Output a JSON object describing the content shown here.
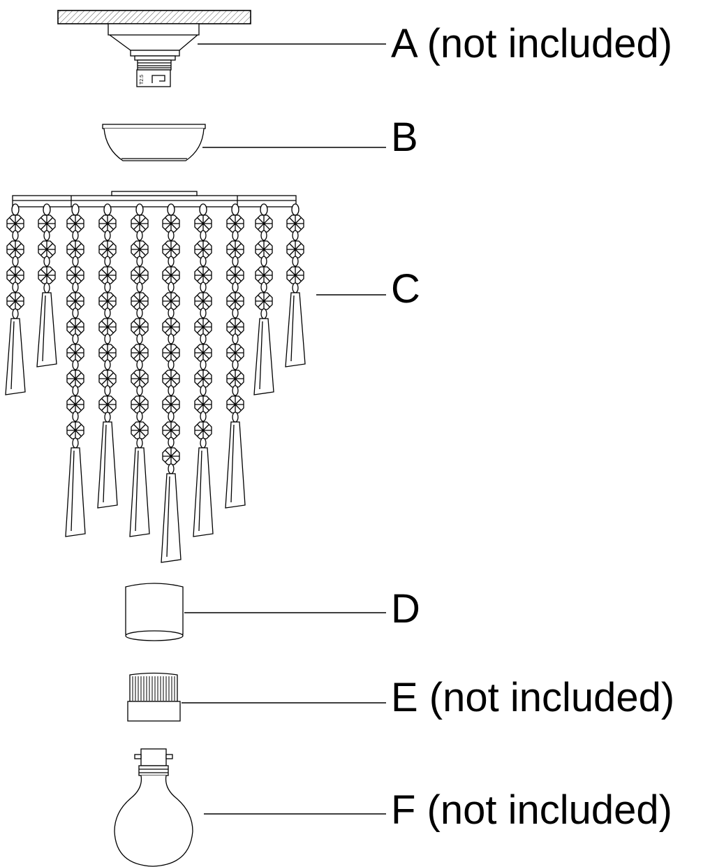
{
  "parts": [
    {
      "id": "A",
      "label": "A (not included)",
      "component": "ceiling-plate"
    },
    {
      "id": "B",
      "label": "B",
      "component": "cup"
    },
    {
      "id": "C",
      "label": "C",
      "component": "crystal-frame"
    },
    {
      "id": "D",
      "label": "D",
      "component": "sleeve"
    },
    {
      "id": "E",
      "label": "E (not included)",
      "component": "lamp-holder"
    },
    {
      "id": "F",
      "label": "F (not included)",
      "component": "light-bulb"
    }
  ],
  "lamp_holder_marking": "T2.5",
  "colors": {
    "line": "#000000",
    "background": "#ffffff",
    "hatch": "#555555"
  }
}
